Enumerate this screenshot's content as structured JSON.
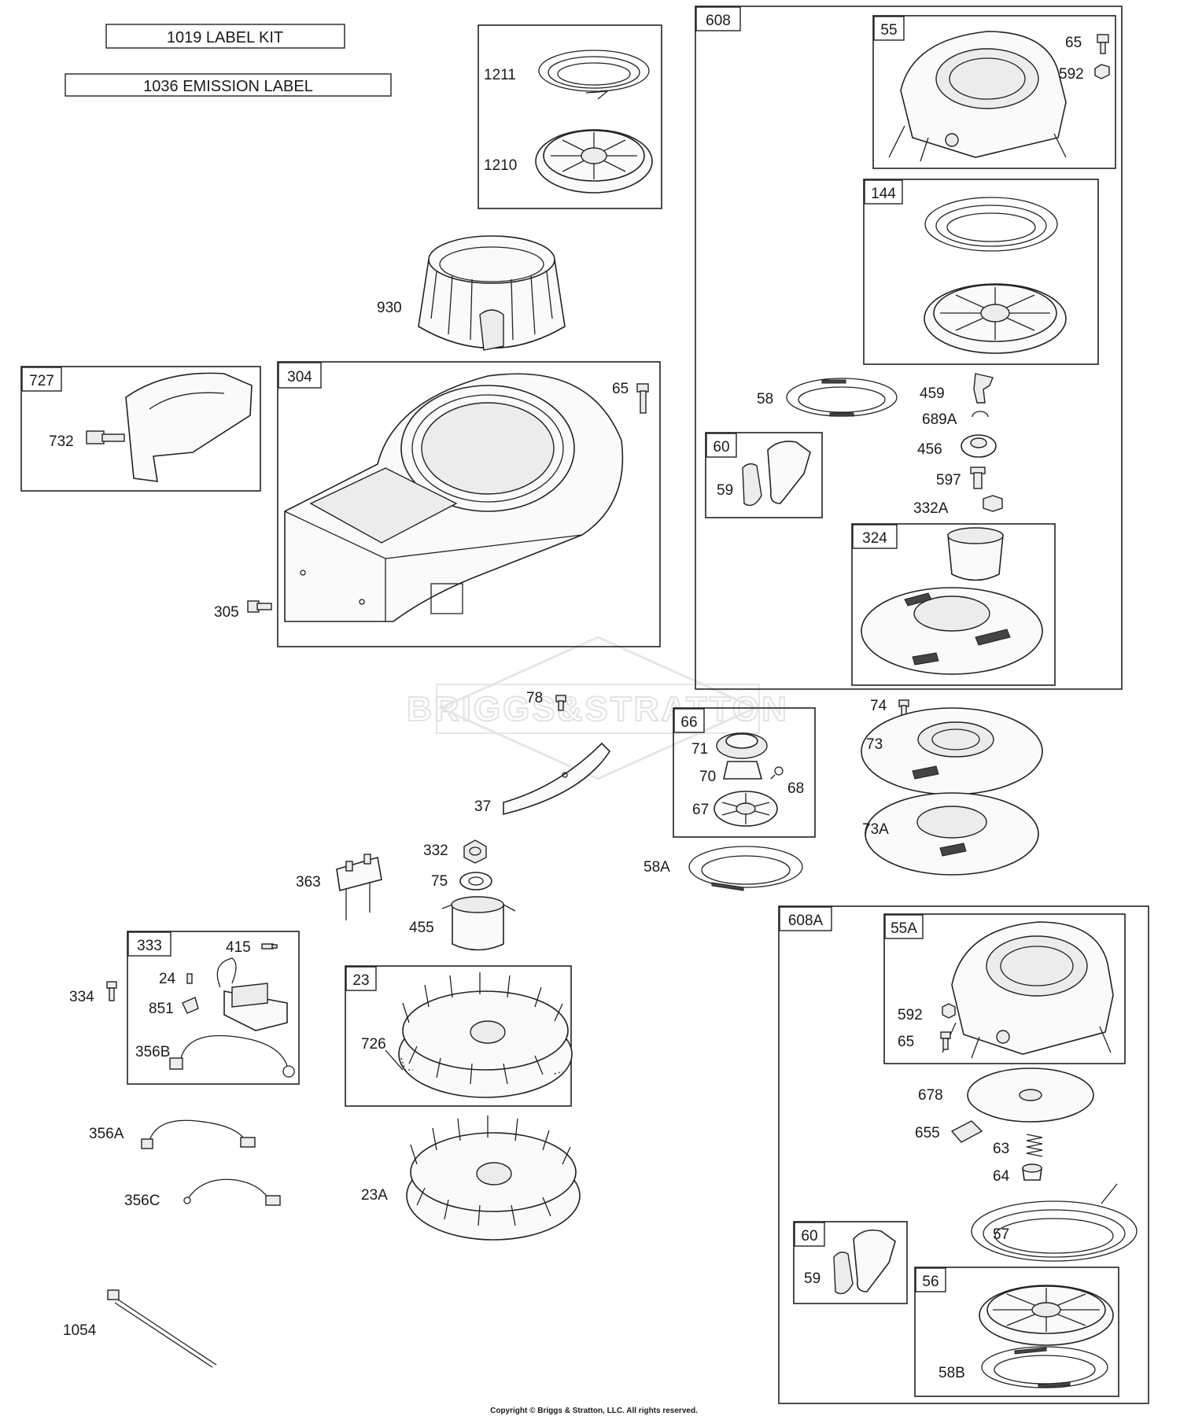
{
  "header_labels": {
    "label_kit": "1019 LABEL KIT",
    "emission_label": "1036 EMISSION LABEL"
  },
  "watermark": "BRIGGS&STRATTON",
  "copyright": "Copyright © Briggs & Stratton, LLC. All rights reserved.",
  "boxes": {
    "b608": "608",
    "b55": "55",
    "b144": "144",
    "b60a": "60",
    "b324": "324",
    "b727": "727",
    "b304": "304",
    "b66": "66",
    "b333": "333",
    "b23": "23",
    "b608A": "608A",
    "b55A": "55A",
    "b60b": "60",
    "b56": "56"
  },
  "parts": {
    "p1211": "1211",
    "p1210": "1210",
    "p930": "930",
    "p65a": "65",
    "p592a": "592",
    "p58": "58",
    "p459": "459",
    "p689A": "689A",
    "p456": "456",
    "p597": "597",
    "p332A": "332A",
    "p59a": "59",
    "p732": "732",
    "p65b": "65",
    "p305": "305",
    "p74": "74",
    "p73": "73",
    "p73A": "73A",
    "p78": "78",
    "p37": "37",
    "p71": "71",
    "p70": "70",
    "p68": "68",
    "p67": "67",
    "p58A": "58A",
    "p332": "332",
    "p75": "75",
    "p363": "363",
    "p455": "455",
    "p415": "415",
    "p24": "24",
    "p851": "851",
    "p334": "334",
    "p356B": "356B",
    "p726": "726",
    "p356A": "356A",
    "p356C": "356C",
    "p23A": "23A",
    "p1054": "1054",
    "p592b": "592",
    "p65c": "65",
    "p678": "678",
    "p655": "655",
    "p63": "63",
    "p64": "64",
    "p57": "57",
    "p59b": "59",
    "p58B": "58B"
  }
}
